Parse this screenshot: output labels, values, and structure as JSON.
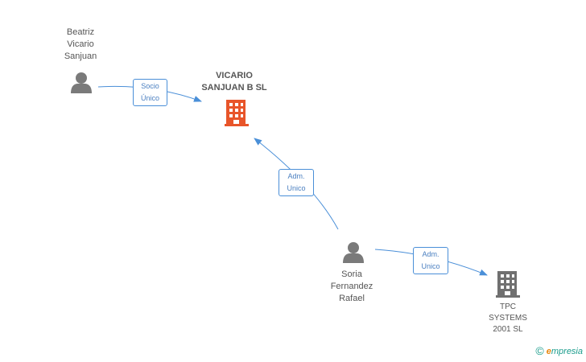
{
  "nodes": {
    "beatriz": {
      "label": "Beatriz\nVicario\nSanjuan",
      "type": "person"
    },
    "vicario": {
      "label": "VICARIO\nSANJUAN B SL",
      "type": "company-main"
    },
    "soria": {
      "label": "Soria\nFernandez\nRafael",
      "type": "person"
    },
    "tpc": {
      "label": "TPC\nSYSTEMS\n2001 SL",
      "type": "company"
    }
  },
  "edges": {
    "beatriz_vicario": {
      "label": "Socio\nÚnico"
    },
    "soria_vicario": {
      "label": "Adm.\nUnico"
    },
    "soria_tpc": {
      "label": "Adm.\nUnico"
    }
  },
  "colors": {
    "edge": "#4a8fd8",
    "person_icon": "#7a7a7a",
    "company_main_icon": "#e8552a",
    "company_icon": "#707070"
  },
  "brand": {
    "copyright": "©",
    "e": "e",
    "rest": "mpresia"
  }
}
